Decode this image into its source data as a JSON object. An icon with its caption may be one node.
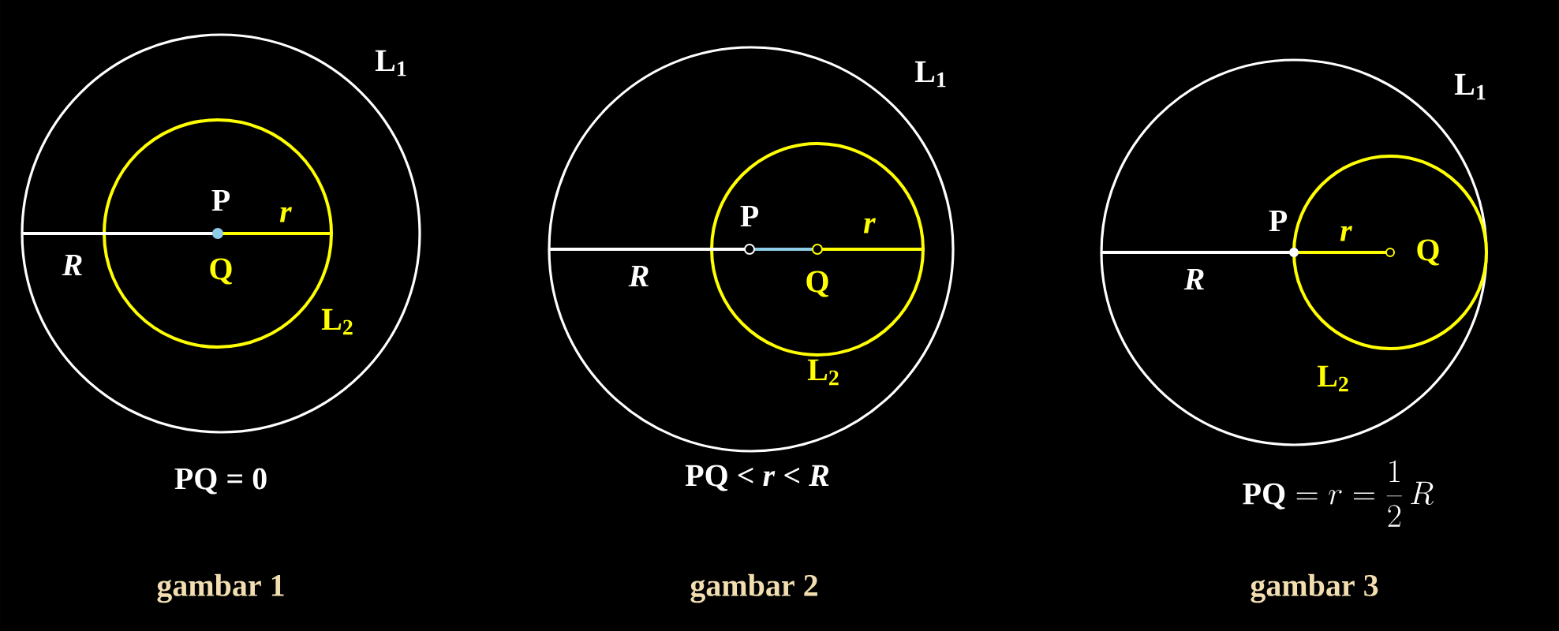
{
  "diagram": {
    "labels": [
      "L$_{1}$",
      "P",
      "*r*",
      "*R*",
      "Q",
      "L$_{2}$",
      "PQ = 0",
      "gambar 1",
      "L$_{1}$",
      "P",
      "*r*",
      "*R*",
      "Q",
      "L$_{2}$",
      "PQ < *r* < *R*",
      "gambar 2",
      "L$_{1}$",
      "P",
      "*r*",
      "Q",
      "*R*",
      "L$_{2}$",
      "\\mathbf{PQ} = r = \\frac{1}{2}\\,R",
      "gambar 3"
    ]
  }
}
